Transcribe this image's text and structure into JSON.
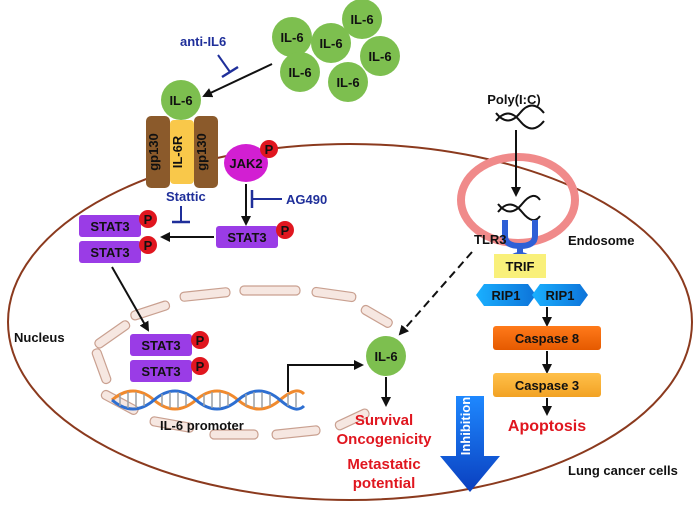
{
  "cytokine": {
    "label": "IL-6",
    "fill": "#7dbf4f",
    "cluster_count": 6
  },
  "inhibitors": {
    "anti_il6": "anti-IL6",
    "stattic": "Stattic",
    "ag490": "AG490",
    "color": "#1f2f9a"
  },
  "receptor": {
    "gp130_left": "gp130",
    "il6r": "IL-6R",
    "gp130_right": "gp130",
    "ligand": "IL-6"
  },
  "jak2": {
    "label": "JAK2",
    "phospho": "P",
    "color": "#d21fd2"
  },
  "stat3": {
    "label": "STAT3",
    "phospho": "P",
    "color": "#9a3ce6"
  },
  "nucleus": {
    "label": "Nucleus",
    "promoter": "IL-6 promoter"
  },
  "secreted": {
    "label": "IL-6"
  },
  "outcomes": {
    "survival": "Survival",
    "oncogenicity": "Oncogenicity",
    "metastatic": "Metastatic",
    "potential": "potential",
    "color": "#e0161f"
  },
  "inhibition_arrow": {
    "label": "Inhibition"
  },
  "tlr_pathway": {
    "ligand": "Poly(I:C)",
    "tlr3": "TLR3",
    "endosome": "Endosome",
    "trif": "TRIF",
    "rip1_left": "RIP1",
    "rip1_right": "RIP1",
    "caspase8": "Caspase 8",
    "caspase3": "Caspase 3",
    "apoptosis": "Apoptosis"
  },
  "cell_label": "Lung cancer cells"
}
